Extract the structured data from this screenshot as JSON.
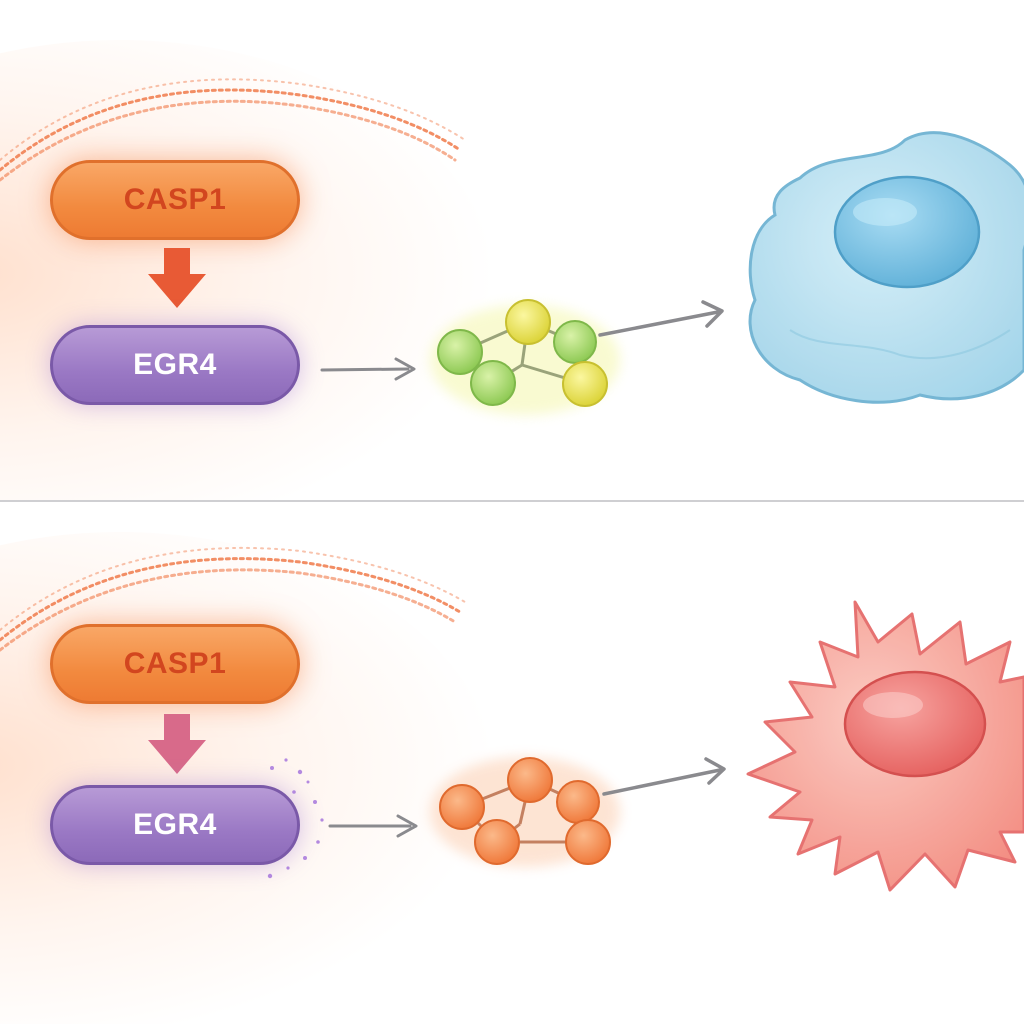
{
  "top_panel": {
    "upstream_label": "CASP1",
    "downstream_label": "EGR4",
    "colors": {
      "upstream": "#f28a3f",
      "downstream": "#9a78c4",
      "inhibit_arrow": "#e85a35",
      "complex_nodes": [
        "#a6d86a",
        "#e8e04a"
      ],
      "cell": "#9fd5ea",
      "cell_nucleus": "#6bb6dd"
    },
    "icons": {
      "complex": "molecular-complex-icon",
      "cell": "healthy-cell-icon"
    }
  },
  "bottom_panel": {
    "upstream_label": "CASP1",
    "downstream_label": "EGR4",
    "colors": {
      "upstream": "#f28a3f",
      "downstream": "#9a78c4",
      "activate_arrow": "#d86a8a",
      "complex_nodes": [
        "#f58a4a"
      ],
      "cell": "#f5938a",
      "cell_nucleus": "#ec6f6f"
    },
    "icons": {
      "complex": "molecular-complex-icon",
      "cell": "apoptotic-cell-icon"
    }
  }
}
